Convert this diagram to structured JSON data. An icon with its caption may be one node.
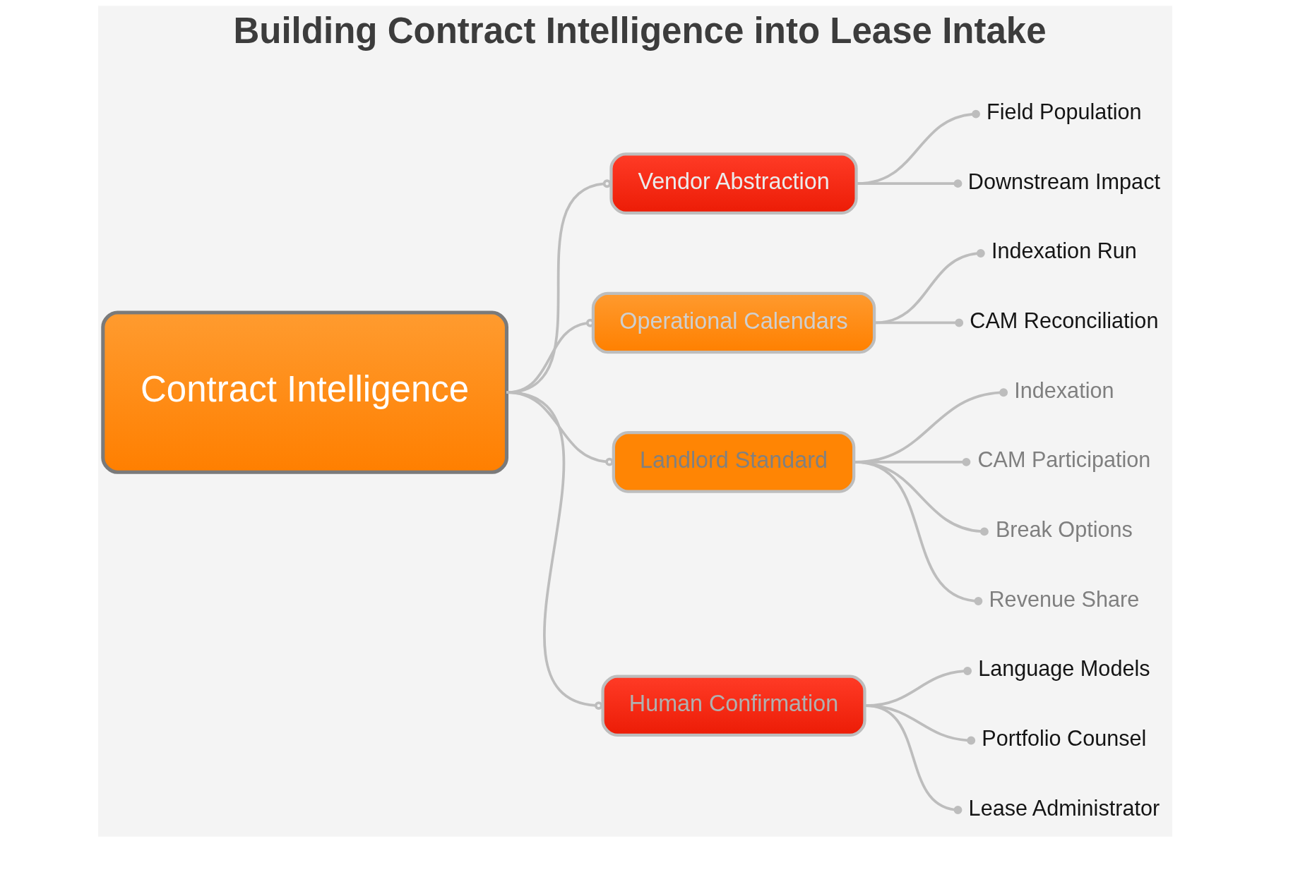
{
  "diagram": {
    "title": "Building Contract Intelligence into Lease Intake",
    "nodes": [
      {
        "text": [
          "Contract Intelligence"
        ]
      },
      {
        "text": [
          "Vendor Abstraction"
        ]
      },
      {
        "text": [
          "Field Population"
        ]
      },
      {
        "text": [
          "Downstream Impact"
        ]
      },
      {
        "text": [
          "Operational Calendars"
        ]
      },
      {
        "text": [
          "Indexation Run"
        ]
      },
      {
        "text": [
          "CAM Reconciliation"
        ]
      },
      {
        "text": [
          "Landlord Standard"
        ]
      },
      {
        "text": [
          "Indexation"
        ]
      },
      {
        "text": [
          "CAM Participation"
        ]
      },
      {
        "text": [
          "Break Options"
        ]
      },
      {
        "text": [
          "Revenue Share"
        ]
      },
      {
        "text": [
          "Human Confirmation"
        ]
      },
      {
        "text": [
          "Language Models"
        ]
      },
      {
        "text": [
          "Portfolio Counsel"
        ]
      },
      {
        "text": [
          "Lease Administrator"
        ]
      }
    ],
    "edges": [
      {
        "from": 0,
        "to": 1,
        "arrow": "other"
      },
      {
        "from": 1,
        "to": 2,
        "arrow": "other"
      },
      {
        "from": 1,
        "to": 3,
        "arrow": "other"
      },
      {
        "from": 0,
        "to": 4,
        "arrow": "other"
      },
      {
        "from": 4,
        "to": 5,
        "arrow": "other"
      },
      {
        "from": 4,
        "to": 6,
        "arrow": "other"
      },
      {
        "from": 0,
        "to": 7,
        "arrow": "other"
      },
      {
        "from": 7,
        "to": 8,
        "arrow": "other"
      },
      {
        "from": 7,
        "to": 9,
        "arrow": "other"
      },
      {
        "from": 7,
        "to": 10,
        "arrow": "other"
      },
      {
        "from": 7,
        "to": 11,
        "arrow": "other"
      },
      {
        "from": 0,
        "to": 12,
        "arrow": "other"
      },
      {
        "from": 12,
        "to": 13,
        "arrow": "other"
      },
      {
        "from": 12,
        "to": 14,
        "arrow": "other"
      },
      {
        "from": 12,
        "to": 15,
        "arrow": "other"
      }
    ]
  }
}
